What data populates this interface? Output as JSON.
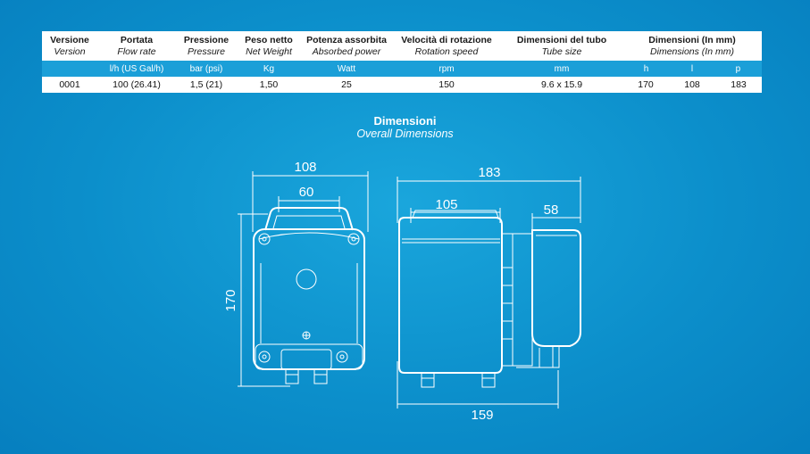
{
  "table": {
    "headers": [
      {
        "it": "Versione",
        "en": "Version",
        "unit": ""
      },
      {
        "it": "Portata",
        "en": "Flow rate",
        "unit": "l/h (US Gal/h)"
      },
      {
        "it": "Pressione",
        "en": "Pressure",
        "unit": "bar (psi)"
      },
      {
        "it": "Peso netto",
        "en": "Net Weight",
        "unit": "Kg"
      },
      {
        "it": "Potenza assorbita",
        "en": "Absorbed power",
        "unit": "Watt"
      },
      {
        "it": "Velocità di rotazione",
        "en": "Rotation speed",
        "unit": "rpm"
      },
      {
        "it": "Dimensioni del tubo",
        "en": "Tube size",
        "unit": "mm"
      },
      {
        "it": "Dimensioni (In mm)",
        "en": "Dimensions (In mm)",
        "unit_h": "h",
        "unit_l": "l",
        "unit_p": "p"
      }
    ],
    "row": {
      "version": "0001",
      "flow": "100 (26.41)",
      "pressure": "1,5 (21)",
      "weight": "1,50",
      "power": "25",
      "speed": "150",
      "tube": "9.6 x 15.9",
      "h": "170",
      "l": "108",
      "p": "183"
    }
  },
  "section": {
    "title_it": "Dimensioni",
    "title_en": "Overall Dimensions"
  },
  "drawing": {
    "front": {
      "width": "108",
      "inner_width": "60",
      "height": "170"
    },
    "side": {
      "depth": "183",
      "top_width": "105",
      "right_width": "58",
      "bottom_width": "159"
    }
  }
}
